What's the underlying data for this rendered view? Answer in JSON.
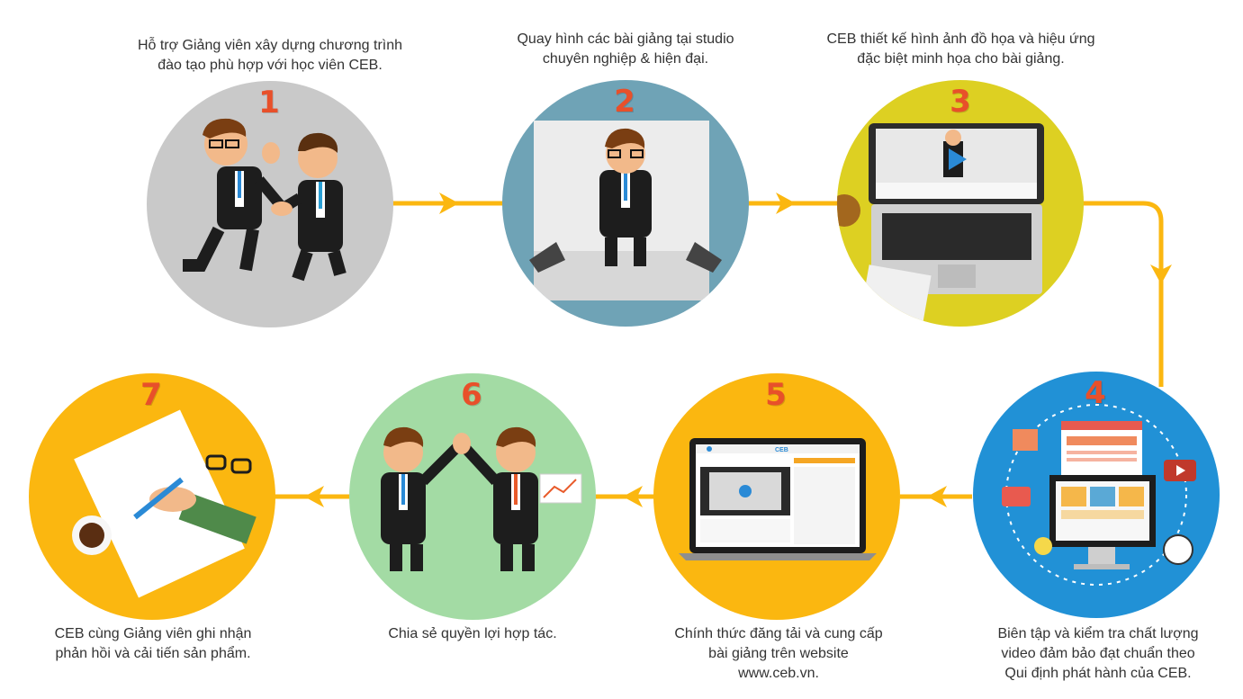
{
  "colors": {
    "connector": "#fbb710",
    "step_number": "#e8502a",
    "circle_1": "#c9c9c9",
    "circle_2": "#6fa3b6",
    "circle_3": "#ddd022",
    "circle_4": "#2191d6",
    "circle_5": "#fbb710",
    "circle_6": "#a3dba4",
    "circle_7": "#fbb710"
  },
  "steps": [
    {
      "number": "1",
      "caption": "Hỗ trợ Giảng viên xây dựng chương trình\nđào tạo phù hợp với học viên CEB.",
      "icon": "handshake-businessmen-icon"
    },
    {
      "number": "2",
      "caption": "Quay hình các bài giảng tại studio\nchuyên nghiệp & hiện đại.",
      "icon": "studio-presenter-icon"
    },
    {
      "number": "3",
      "caption": "CEB thiết kế hình ảnh đồ họa và hiệu ứng\nđặc biệt minh họa cho bài giảng.",
      "icon": "laptop-design-icon"
    },
    {
      "number": "4",
      "caption": "Biên tập và kiểm tra chất lượng\nvideo đảm bảo đạt chuẩn theo\nQui định phát hành của CEB.",
      "icon": "monitor-editing-icon"
    },
    {
      "number": "5",
      "caption": "Chính thức đăng tải và cung cấp\nbài giảng trên website\nwww.ceb.vn.",
      "icon": "laptop-website-icon"
    },
    {
      "number": "6",
      "caption": "Chia sẻ quyền lợi hợp tác.",
      "icon": "high-five-businessmen-icon"
    },
    {
      "number": "7",
      "caption": "CEB cùng Giảng viên ghi nhận\nphản hồi và cải tiến sản phẩm.",
      "icon": "signing-paper-icon"
    }
  ],
  "laptop_screen": {
    "logo": "CEB"
  }
}
